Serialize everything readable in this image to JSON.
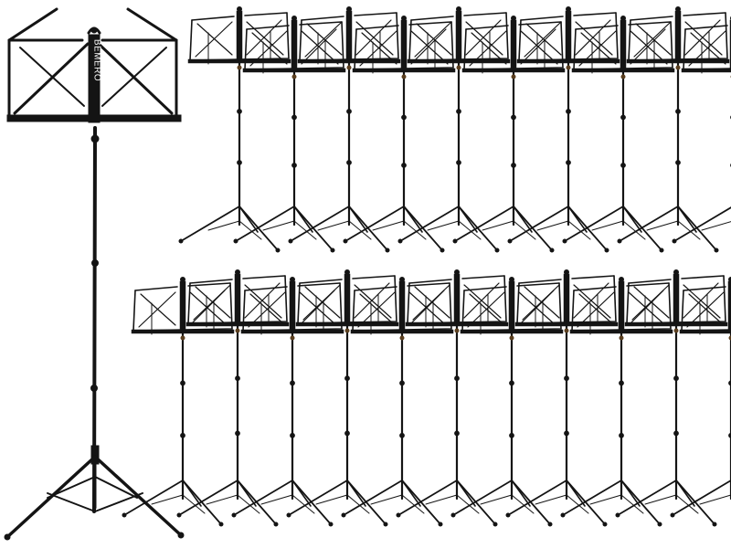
{
  "image": {
    "background": "#ffffff",
    "stand_color": "#141414",
    "accent_color": "#5a3e1e"
  },
  "main_stand": {
    "brand_label": "BEMERO"
  },
  "stand_rows": [
    {
      "row": "back",
      "stand_count": 10
    },
    {
      "row": "front",
      "stand_count": 11
    }
  ]
}
